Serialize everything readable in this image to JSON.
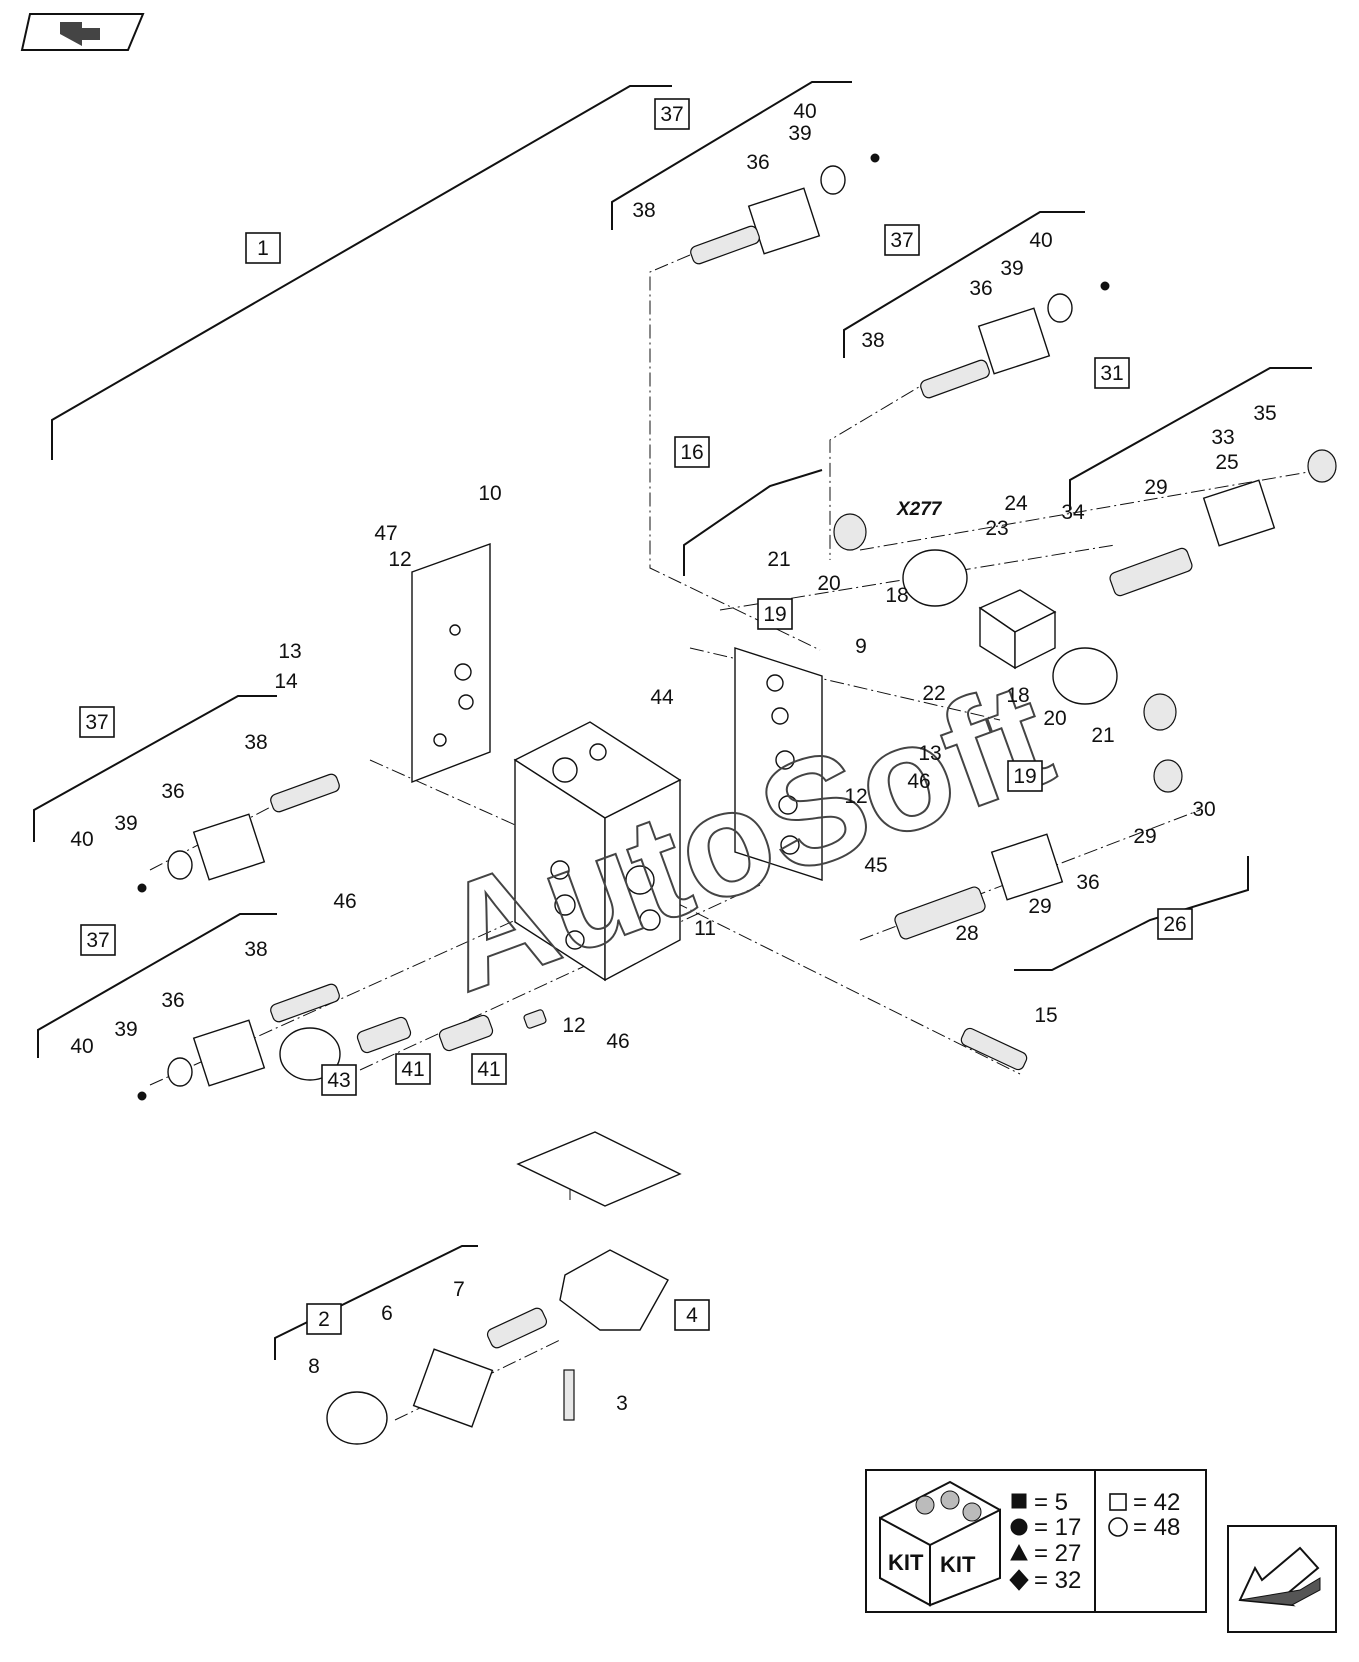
{
  "watermark": "AutoSoft",
  "connector_label": "X277",
  "callouts": [
    "1",
    "2",
    "3",
    "4",
    "6",
    "7",
    "8",
    "9",
    "10",
    "11",
    "12",
    "12",
    "12",
    "13",
    "13",
    "14",
    "15",
    "18",
    "18",
    "20",
    "20",
    "21",
    "21",
    "22",
    "23",
    "24",
    "25",
    "28",
    "29",
    "29",
    "29",
    "30",
    "33",
    "34",
    "35",
    "36",
    "36",
    "36",
    "36",
    "36",
    "38",
    "38",
    "38",
    "38",
    "39",
    "39",
    "39",
    "39",
    "40",
    "40",
    "40",
    "40",
    "44",
    "45",
    "46",
    "46",
    "46",
    "47"
  ],
  "boxed_callouts": [
    "1",
    "2",
    "4",
    "16",
    "19",
    "19",
    "26",
    "31",
    "37",
    "37",
    "37",
    "37",
    "41",
    "41",
    "43"
  ],
  "kit_legend": {
    "box_text_1": "KIT",
    "box_text_2": "KIT",
    "rows": [
      {
        "symbol": "square-filled",
        "symbol_text": "5",
        "value": "= 5"
      },
      {
        "symbol": "circle-filled",
        "symbol_text": "17",
        "value": "= 17"
      },
      {
        "symbol": "triangle-filled",
        "symbol_text": "27",
        "value": "= 27"
      },
      {
        "symbol": "diamond-filled",
        "symbol_text": "32",
        "value": "= 32"
      }
    ],
    "rows_right": [
      {
        "symbol": "square-open",
        "value": "= 42"
      },
      {
        "symbol": "circle-open",
        "value": "= 48"
      }
    ]
  },
  "nav": {
    "back_icon": "return-arrow-icon",
    "next_icon": "next-page-arrow-icon"
  }
}
